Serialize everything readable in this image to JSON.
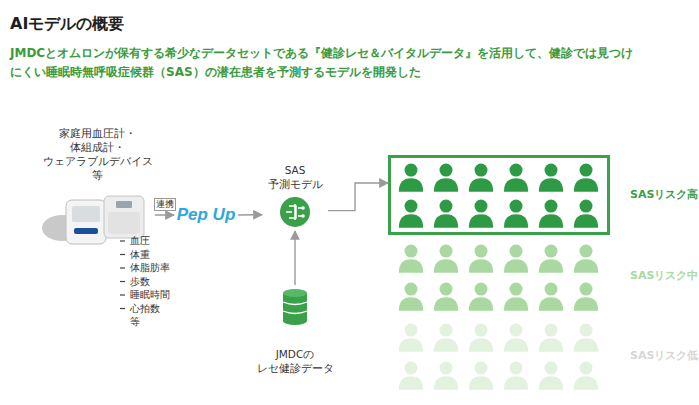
{
  "diagram": {
    "title": "AIモデルの概要",
    "caption": "JMDCとオムロンが保有する希少なデータセットである『健診レセ＆バイタルデータ』を活用して、健診では見つけにくい睡眠時無呼吸症候群（SAS）の潜在患者を予測するモデルを開発した",
    "nodes": [
      {
        "text": [
          "家庭用血圧計・ 体組成計・ ウェアラブルデバイス 等"
        ]
      },
      {
        "text": [
          "Pep Up"
        ]
      },
      {
        "text": [
          "SAS 予測モデル"
        ]
      },
      {
        "text": [
          "JMDCの レセ健診データ"
        ]
      },
      {
        "text": [
          "SASリスク高"
        ]
      }
    ],
    "edges": [
      {
        "from": 0,
        "to": 1,
        "label": "連携",
        "arrow": "to"
      },
      {
        "from": 1,
        "to": 2,
        "arrow": "to"
      },
      {
        "from": 3,
        "to": 2,
        "arrow": "to"
      },
      {
        "from": 2,
        "to": 4,
        "arrow": "to"
      }
    ],
    "labels": [
      "血圧",
      "体重",
      "体脂肪率",
      "歩数",
      "睡眠時間",
      "心拍数",
      "等",
      "SASリスク中",
      "SASリスク低"
    ]
  }
}
